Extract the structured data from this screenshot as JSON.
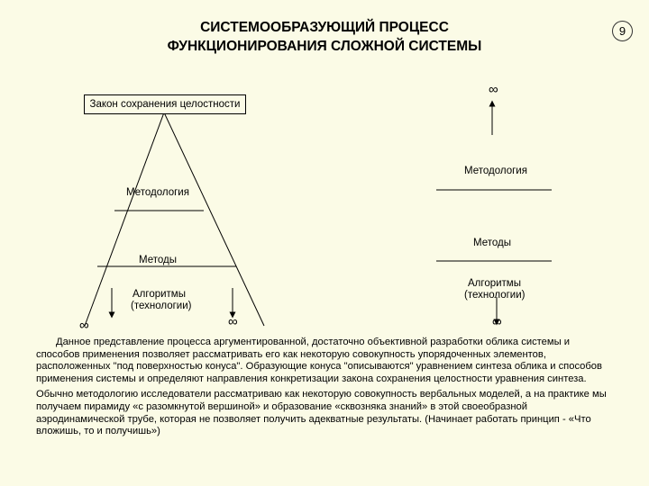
{
  "title": {
    "line1": "СИСТЕМООБРАЗУЮЩИЙ ПРОЦЕСС",
    "line2": "ФУНКЦИОНИРОВАНИЯ СЛОЖНОЙ СИСТЕМЫ"
  },
  "page_number": "9",
  "pyramid": {
    "top_box": "Закон сохранения целостности",
    "level1": "Методология",
    "level2": "Методы",
    "level3_line1": "Алгоритмы",
    "level3_line2": "(технологии)",
    "infinity_left": "∞",
    "infinity_right": "∞"
  },
  "tube": {
    "infinity_top": "∞",
    "level1": "Методология",
    "level2": "Методы",
    "level3_line1": "Алгоритмы",
    "level3_line2": "(технологии)",
    "infinity_bottom": "∞"
  },
  "text": {
    "paragraph1": "Данное представление процесса аргументированной, достаточно объективной разработки облика системы и способов применения позволяет рассматривать его как некоторую совокупность упорядоченных элементов, расположенных \"под поверхностью конуса\". Образующие конуса \"описываются\" уравнением синтеза облика и способов применения системы и определяют направления конкретизации закона сохранения целостности уравнения синтеза.",
    "paragraph2": "Обычно методологию исследователи рассматриваю как некоторую совокупность вербальных моделей, а на практике мы получаем пирамиду «с разомкнутой вершиной» и образование «сквозняка знаний» в этой своеобразной аэродинамической трубе, которая не позволяет получить адекватные результаты. (Начинает работать принцип - «Что вложишь, то и получишь»)"
  }
}
